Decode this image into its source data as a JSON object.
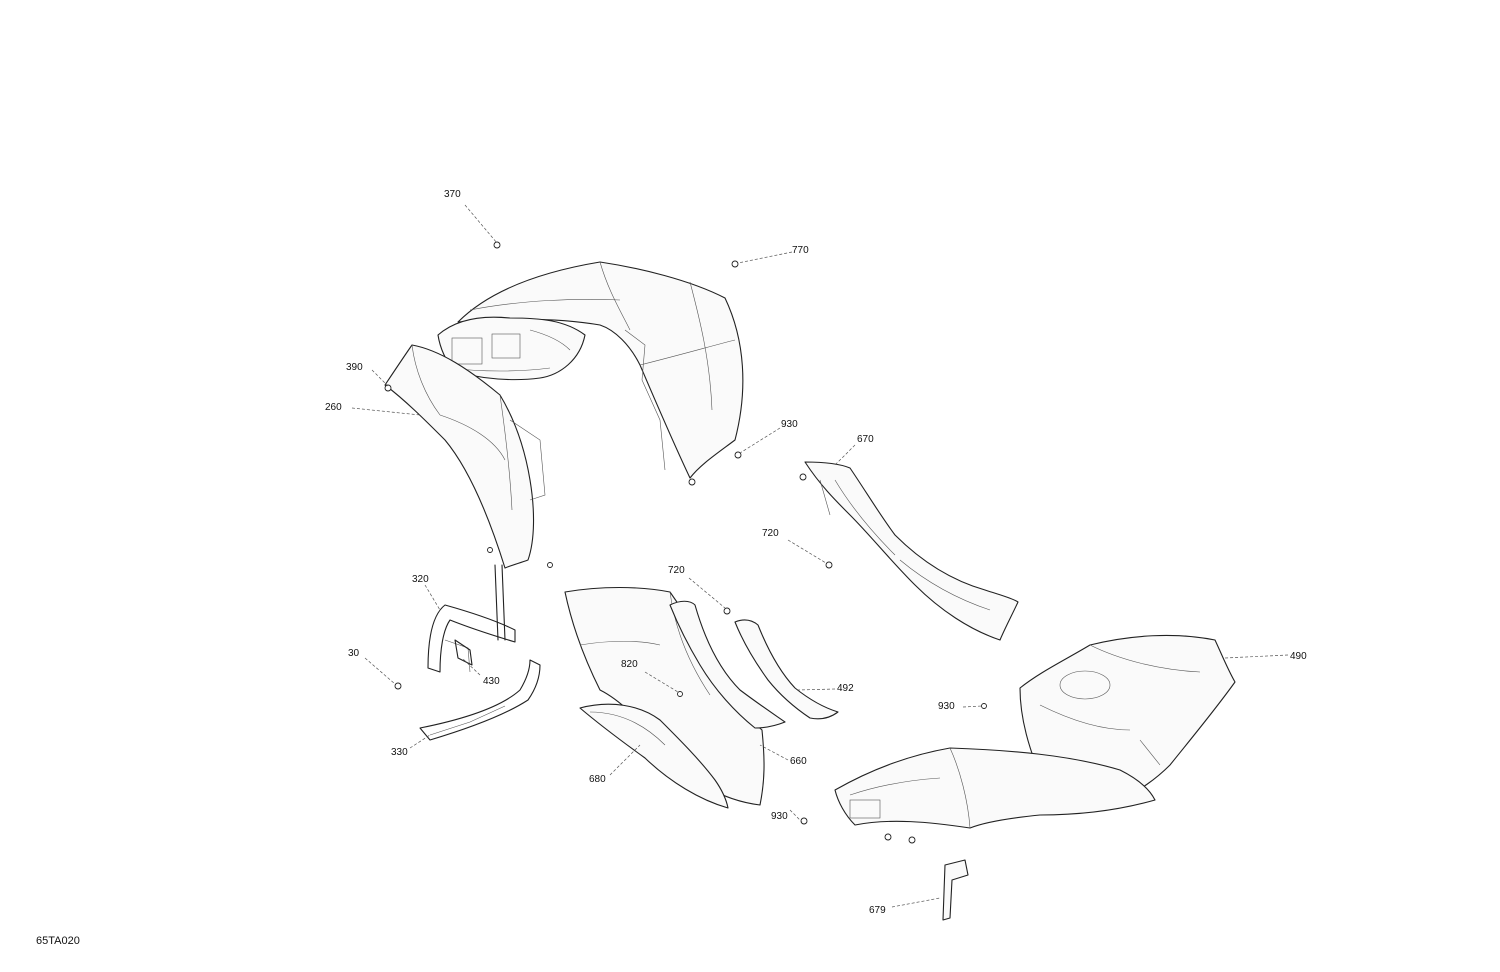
{
  "diagram": {
    "reference_code": "65TA020",
    "callouts": [
      {
        "id": "370",
        "label": "370"
      },
      {
        "id": "770",
        "label": "770"
      },
      {
        "id": "390",
        "label": "390"
      },
      {
        "id": "260",
        "label": "260"
      },
      {
        "id": "930a",
        "label": "930"
      },
      {
        "id": "670",
        "label": "670"
      },
      {
        "id": "720a",
        "label": "720"
      },
      {
        "id": "720b",
        "label": "720"
      },
      {
        "id": "320",
        "label": "320"
      },
      {
        "id": "30",
        "label": "30"
      },
      {
        "id": "430",
        "label": "430"
      },
      {
        "id": "330",
        "label": "330"
      },
      {
        "id": "820",
        "label": "820"
      },
      {
        "id": "492",
        "label": "492"
      },
      {
        "id": "490",
        "label": "490"
      },
      {
        "id": "930b",
        "label": "930"
      },
      {
        "id": "680",
        "label": "680"
      },
      {
        "id": "660",
        "label": "660"
      },
      {
        "id": "930c",
        "label": "930"
      },
      {
        "id": "679",
        "label": "679"
      }
    ]
  }
}
